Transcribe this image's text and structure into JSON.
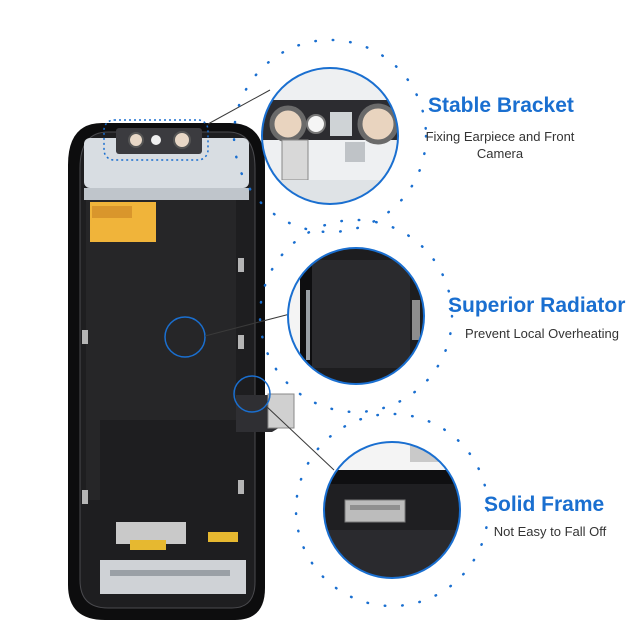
{
  "colors": {
    "accent": "#1a6fd0",
    "panel": "#1c1c1e",
    "bezel": "#0d0d0e",
    "tape": "#f0b43a",
    "metal": "#c9c9c9"
  },
  "product": {
    "image_icon": "phone-lcd-assembly-back"
  },
  "features": [
    {
      "title": "Stable Bracket",
      "description": "Fixing Earpiece and Front Camera",
      "icon": "bracket-zoom"
    },
    {
      "title": "Superior Radiator",
      "description": "Prevent Local Overheating",
      "icon": "radiator-zoom"
    },
    {
      "title": "Solid Frame",
      "description": "Not Easy to Fall Off",
      "icon": "frame-zoom"
    }
  ]
}
